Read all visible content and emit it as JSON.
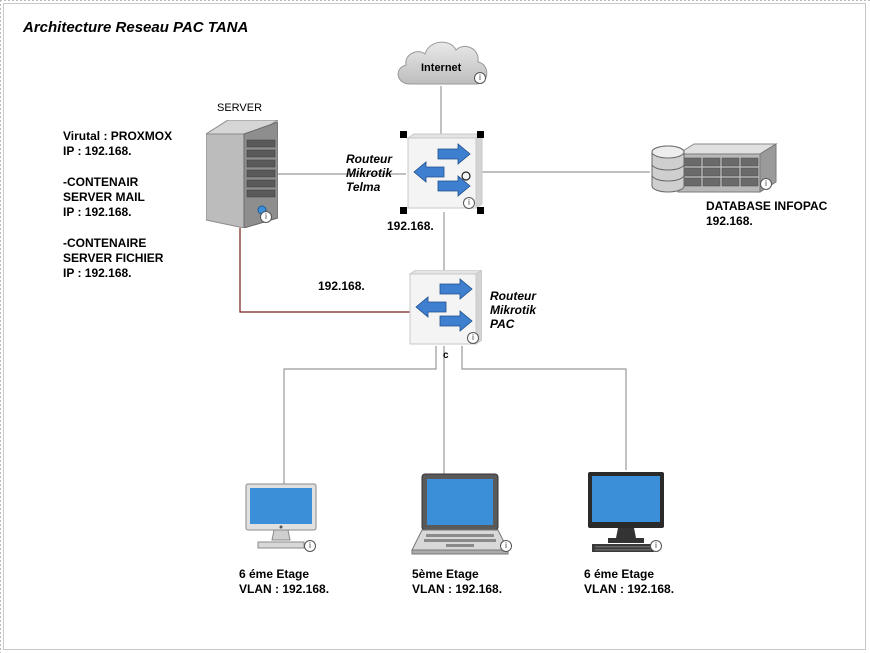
{
  "title": "Architecture Reseau PAC TANA",
  "internet": {
    "label": "Internet"
  },
  "server": {
    "heading": "SERVER",
    "details": [
      "Virutal : PROXMOX",
      "IP : 192.168.",
      "",
      "-CONTENAIR",
      "SERVER MAIL",
      "IP : 192.168.",
      "",
      "-CONTENAIRE",
      "SERVER FICHIER",
      "IP : 192.168."
    ]
  },
  "router_telma": {
    "lines": [
      "Routeur",
      "Mikrotik",
      "Telma"
    ],
    "ip": "192.168."
  },
  "router_pac": {
    "lines": [
      "Routeur",
      "Mikrotik",
      "PAC"
    ],
    "port_label": "c"
  },
  "link_server_pac": {
    "label": "192.168."
  },
  "database": {
    "name": "DATABASE INFOPAC",
    "ip": "192.168."
  },
  "clients": [
    {
      "line1": "6 éme Etage",
      "line2": "VLAN : 192.168.",
      "device": "desktop"
    },
    {
      "line1": "5ème Etage",
      "line2": "VLAN : 192.168.",
      "device": "laptop"
    },
    {
      "line1": "6 éme Etage",
      "line2": "VLAN : 192.168.",
      "device": "monitor"
    }
  ],
  "info_icon_glyph": "i",
  "colors": {
    "link_gray": "#9a9a9a",
    "link_darkred": "#7a1c1c",
    "screen_blue": "#3b8fd9",
    "arrow_blue": "#3f7fd0"
  }
}
